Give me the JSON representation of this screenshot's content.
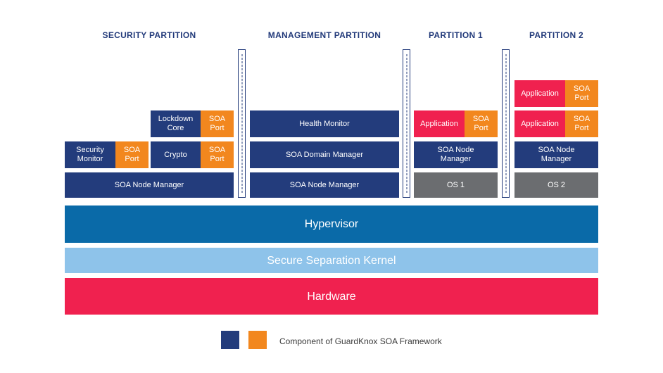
{
  "titles": {
    "security": "SECURITY PARTITION",
    "management": "MANAGEMENT PARTITION",
    "partition1": "PARTITION 1",
    "partition2": "PARTITION 2"
  },
  "security": {
    "security_monitor": "Security Monitor",
    "lockdown_core": "Lockdown Core",
    "crypto": "Crypto",
    "soa_port": "SOA Port",
    "node_manager": "SOA Node Manager"
  },
  "management": {
    "health_monitor": "Health Monitor",
    "domain_manager": "SOA Domain Manager",
    "node_manager": "SOA Node Manager"
  },
  "partition1": {
    "application": "Application",
    "soa_port": "SOA Port",
    "node_manager": "SOA Node Manager",
    "os": "OS 1"
  },
  "partition2": {
    "application": "Application",
    "soa_port": "SOA Port",
    "node_manager": "SOA Node Manager",
    "os": "OS 2"
  },
  "layers": {
    "hypervisor": "Hypervisor",
    "kernel": "Secure Separation Kernel",
    "hardware": "Hardware"
  },
  "legend": {
    "text": "Component of GuardKnox SOA Framework",
    "colors": [
      "#233c7c",
      "#f2871e"
    ]
  },
  "colors": {
    "navy": "#233c7c",
    "orange": "#f2871e",
    "red": "#f0214f",
    "gray": "#6b6d70",
    "hypervisor": "#0a6aa8",
    "kernel": "#8ec3ea",
    "hardware": "#f0214f"
  }
}
